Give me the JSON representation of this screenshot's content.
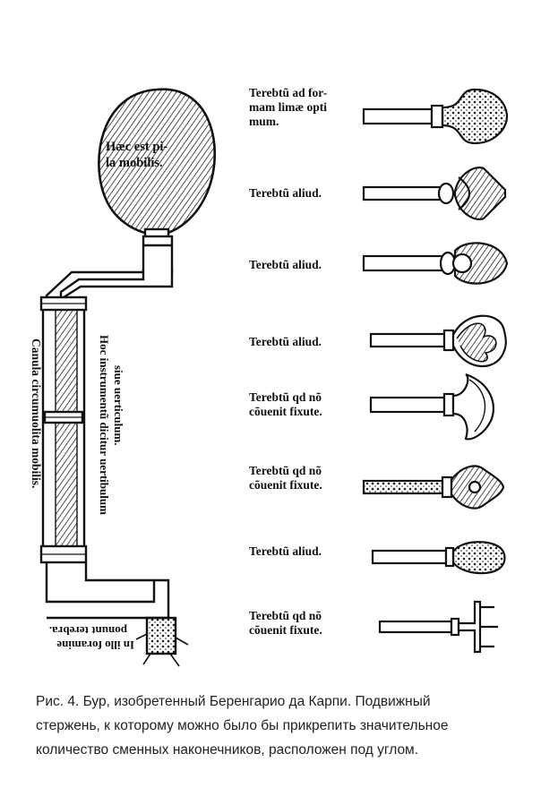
{
  "figure": {
    "balloon_label": [
      "Hæc est pi-",
      "la mobilis."
    ],
    "rod_label_left": "Canula circumuolita mobilis.",
    "rod_label_mid": [
      "Hoc instrumentũ dicitur uertibulum",
      "siue uerticulum."
    ],
    "bottom_label": [
      "In illo foramine",
      "ponunt terebra."
    ],
    "bits": [
      {
        "label": [
          "Terebtũ ad for-",
          "mam limæ opti",
          "mum."
        ],
        "shape": "egg-bit"
      },
      {
        "label": [
          "Terebtũ aliud."
        ],
        "shape": "cone-bit"
      },
      {
        "label": [
          "Terebtũ aliud."
        ],
        "shape": "round-bit"
      },
      {
        "label": [
          "Terebtũ aliud."
        ],
        "shape": "leaf-bit"
      },
      {
        "label": [
          "Terebtũ qd nõ",
          "cõuenit fixute."
        ],
        "shape": "crescent-bit"
      },
      {
        "label": [
          "Terebtũ qd nõ",
          "cõuenit fixute."
        ],
        "shape": "fleur-bit"
      },
      {
        "label": [
          "Terebtũ aliud."
        ],
        "shape": "oval-bit"
      },
      {
        "label": [
          "Terebtũ qd nõ",
          "cõuenit fixute."
        ],
        "shape": "fork-bit"
      }
    ]
  },
  "caption": {
    "lines": [
      "Рис. 4. Бур, изобретенный Беренгарио да Карпи. Подвижный",
      "стержень, к которому можно было бы прикрепить значительное",
      "количество сменных наконечников, расположен под углом."
    ]
  }
}
